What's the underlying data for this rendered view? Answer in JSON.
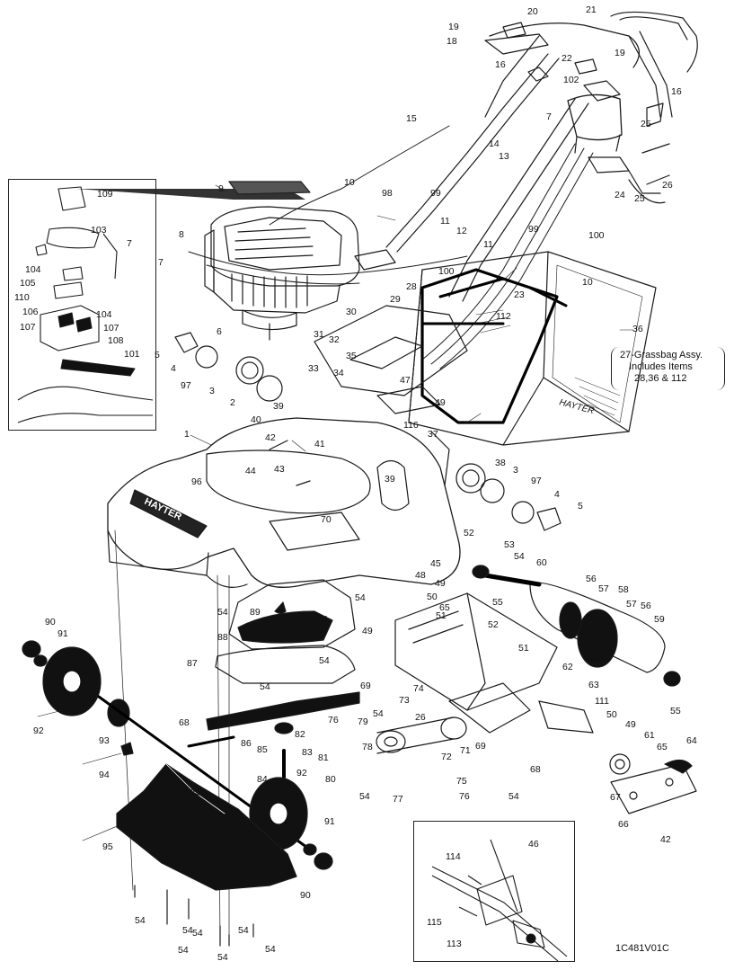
{
  "diagram": {
    "drawing_code": "1C481V01C",
    "grassbag_note": {
      "lines": [
        "27-Grassbag Assy.",
        "Includes Items",
        "28,36 & 112"
      ]
    },
    "brand_text": "HAYTER",
    "callouts": [
      {
        "id": "c1",
        "label": "1"
      },
      {
        "id": "c2",
        "label": "2"
      },
      {
        "id": "c3a",
        "label": "3"
      },
      {
        "id": "c3b",
        "label": "3"
      },
      {
        "id": "c4a",
        "label": "4"
      },
      {
        "id": "c4b",
        "label": "4"
      },
      {
        "id": "c5a",
        "label": "5"
      },
      {
        "id": "c5b",
        "label": "5"
      },
      {
        "id": "c6",
        "label": "6"
      },
      {
        "id": "c7a",
        "label": "7"
      },
      {
        "id": "c7b",
        "label": "7"
      },
      {
        "id": "c7c",
        "label": "7"
      },
      {
        "id": "c8",
        "label": "8"
      },
      {
        "id": "c9",
        "label": "9"
      },
      {
        "id": "c10a",
        "label": "10"
      },
      {
        "id": "c10b",
        "label": "10"
      },
      {
        "id": "c11a",
        "label": "11"
      },
      {
        "id": "c11b",
        "label": "11"
      },
      {
        "id": "c12",
        "label": "12"
      },
      {
        "id": "c13",
        "label": "13"
      },
      {
        "id": "c14",
        "label": "14"
      },
      {
        "id": "c15",
        "label": "15"
      },
      {
        "id": "c16a",
        "label": "16"
      },
      {
        "id": "c16b",
        "label": "16"
      },
      {
        "id": "c18",
        "label": "18"
      },
      {
        "id": "c19a",
        "label": "19"
      },
      {
        "id": "c19b",
        "label": "19"
      },
      {
        "id": "c20",
        "label": "20"
      },
      {
        "id": "c21",
        "label": "21"
      },
      {
        "id": "c22",
        "label": "22"
      },
      {
        "id": "c23",
        "label": "23"
      },
      {
        "id": "c24",
        "label": "24"
      },
      {
        "id": "c25a",
        "label": "25"
      },
      {
        "id": "c25b",
        "label": "25"
      },
      {
        "id": "c26a",
        "label": "26"
      },
      {
        "id": "c26b",
        "label": "26"
      },
      {
        "id": "c28",
        "label": "28"
      },
      {
        "id": "c29",
        "label": "29"
      },
      {
        "id": "c30",
        "label": "30"
      },
      {
        "id": "c31",
        "label": "31"
      },
      {
        "id": "c32",
        "label": "32"
      },
      {
        "id": "c33",
        "label": "33"
      },
      {
        "id": "c34",
        "label": "34"
      },
      {
        "id": "c35",
        "label": "35"
      },
      {
        "id": "c36",
        "label": "36"
      },
      {
        "id": "c37",
        "label": "37"
      },
      {
        "id": "c38",
        "label": "38"
      },
      {
        "id": "c39a",
        "label": "39"
      },
      {
        "id": "c39b",
        "label": "39"
      },
      {
        "id": "c40",
        "label": "40"
      },
      {
        "id": "c41",
        "label": "41"
      },
      {
        "id": "c42a",
        "label": "42"
      },
      {
        "id": "c42b",
        "label": "42"
      },
      {
        "id": "c43",
        "label": "43"
      },
      {
        "id": "c44",
        "label": "44"
      },
      {
        "id": "c45",
        "label": "45"
      },
      {
        "id": "c46",
        "label": "46"
      },
      {
        "id": "c47",
        "label": "47"
      },
      {
        "id": "c48",
        "label": "48"
      },
      {
        "id": "c49a",
        "label": "49"
      },
      {
        "id": "c49b",
        "label": "49"
      },
      {
        "id": "c49c",
        "label": "49"
      },
      {
        "id": "c49d",
        "label": "49"
      },
      {
        "id": "c50a",
        "label": "50"
      },
      {
        "id": "c50b",
        "label": "50"
      },
      {
        "id": "c51a",
        "label": "51"
      },
      {
        "id": "c51b",
        "label": "51"
      },
      {
        "id": "c52a",
        "label": "52"
      },
      {
        "id": "c52b",
        "label": "52"
      },
      {
        "id": "c53",
        "label": "53"
      },
      {
        "id": "c54a",
        "label": "54"
      },
      {
        "id": "c54b",
        "label": "54"
      },
      {
        "id": "c54c",
        "label": "54"
      },
      {
        "id": "c54d",
        "label": "54"
      },
      {
        "id": "c54e",
        "label": "54"
      },
      {
        "id": "c54f",
        "label": "54"
      },
      {
        "id": "c54g",
        "label": "54"
      },
      {
        "id": "c54h",
        "label": "54"
      },
      {
        "id": "c54i",
        "label": "54"
      },
      {
        "id": "c54j",
        "label": "54"
      },
      {
        "id": "c54k",
        "label": "54"
      },
      {
        "id": "c54l",
        "label": "54"
      },
      {
        "id": "c54m",
        "label": "54"
      },
      {
        "id": "c54n",
        "label": "54"
      },
      {
        "id": "c54o",
        "label": "54"
      },
      {
        "id": "c54p",
        "label": "54"
      },
      {
        "id": "c55a",
        "label": "55"
      },
      {
        "id": "c55b",
        "label": "55"
      },
      {
        "id": "c56a",
        "label": "56"
      },
      {
        "id": "c56b",
        "label": "56"
      },
      {
        "id": "c57a",
        "label": "57"
      },
      {
        "id": "c57b",
        "label": "57"
      },
      {
        "id": "c58",
        "label": "58"
      },
      {
        "id": "c59",
        "label": "59"
      },
      {
        "id": "c60",
        "label": "60"
      },
      {
        "id": "c61",
        "label": "61"
      },
      {
        "id": "c62",
        "label": "62"
      },
      {
        "id": "c63",
        "label": "63"
      },
      {
        "id": "c64",
        "label": "64"
      },
      {
        "id": "c65a",
        "label": "65"
      },
      {
        "id": "c65b",
        "label": "65"
      },
      {
        "id": "c66",
        "label": "66"
      },
      {
        "id": "c67",
        "label": "67"
      },
      {
        "id": "c68a",
        "label": "68"
      },
      {
        "id": "c68b",
        "label": "68"
      },
      {
        "id": "c69a",
        "label": "69"
      },
      {
        "id": "c69b",
        "label": "69"
      },
      {
        "id": "c70",
        "label": "70"
      },
      {
        "id": "c71",
        "label": "71"
      },
      {
        "id": "c72",
        "label": "72"
      },
      {
        "id": "c73",
        "label": "73"
      },
      {
        "id": "c74",
        "label": "74"
      },
      {
        "id": "c75",
        "label": "75"
      },
      {
        "id": "c76a",
        "label": "76"
      },
      {
        "id": "c76b",
        "label": "76"
      },
      {
        "id": "c77",
        "label": "77"
      },
      {
        "id": "c78",
        "label": "78"
      },
      {
        "id": "c79",
        "label": "79"
      },
      {
        "id": "c80",
        "label": "80"
      },
      {
        "id": "c81",
        "label": "81"
      },
      {
        "id": "c82",
        "label": "82"
      },
      {
        "id": "c83",
        "label": "83"
      },
      {
        "id": "c84",
        "label": "84"
      },
      {
        "id": "c85",
        "label": "85"
      },
      {
        "id": "c86",
        "label": "86"
      },
      {
        "id": "c87",
        "label": "87"
      },
      {
        "id": "c88",
        "label": "88"
      },
      {
        "id": "c89",
        "label": "89"
      },
      {
        "id": "c90a",
        "label": "90"
      },
      {
        "id": "c90b",
        "label": "90"
      },
      {
        "id": "c91a",
        "label": "91"
      },
      {
        "id": "c91b",
        "label": "91"
      },
      {
        "id": "c92a",
        "label": "92"
      },
      {
        "id": "c92b",
        "label": "92"
      },
      {
        "id": "c93",
        "label": "93"
      },
      {
        "id": "c94a",
        "label": "94"
      },
      {
        "id": "c94b",
        "label": "94"
      },
      {
        "id": "c95",
        "label": "95"
      },
      {
        "id": "c96",
        "label": "96"
      },
      {
        "id": "c97a",
        "label": "97"
      },
      {
        "id": "c97b",
        "label": "97"
      },
      {
        "id": "c98",
        "label": "98"
      },
      {
        "id": "c99a",
        "label": "99"
      },
      {
        "id": "c99b",
        "label": "99"
      },
      {
        "id": "c100a",
        "label": "100"
      },
      {
        "id": "c100b",
        "label": "100"
      },
      {
        "id": "c101",
        "label": "101"
      },
      {
        "id": "c102",
        "label": "102"
      },
      {
        "id": "c103",
        "label": "103"
      },
      {
        "id": "c104a",
        "label": "104"
      },
      {
        "id": "c104b",
        "label": "104"
      },
      {
        "id": "c105",
        "label": "105"
      },
      {
        "id": "c106",
        "label": "106"
      },
      {
        "id": "c107a",
        "label": "107"
      },
      {
        "id": "c107b",
        "label": "107"
      },
      {
        "id": "c108",
        "label": "108"
      },
      {
        "id": "c109",
        "label": "109"
      },
      {
        "id": "c110",
        "label": "110"
      },
      {
        "id": "c111",
        "label": "111"
      },
      {
        "id": "c112",
        "label": "112"
      },
      {
        "id": "c113",
        "label": "113"
      },
      {
        "id": "c114",
        "label": "114"
      },
      {
        "id": "c115",
        "label": "115"
      },
      {
        "id": "c116",
        "label": "116"
      }
    ]
  }
}
